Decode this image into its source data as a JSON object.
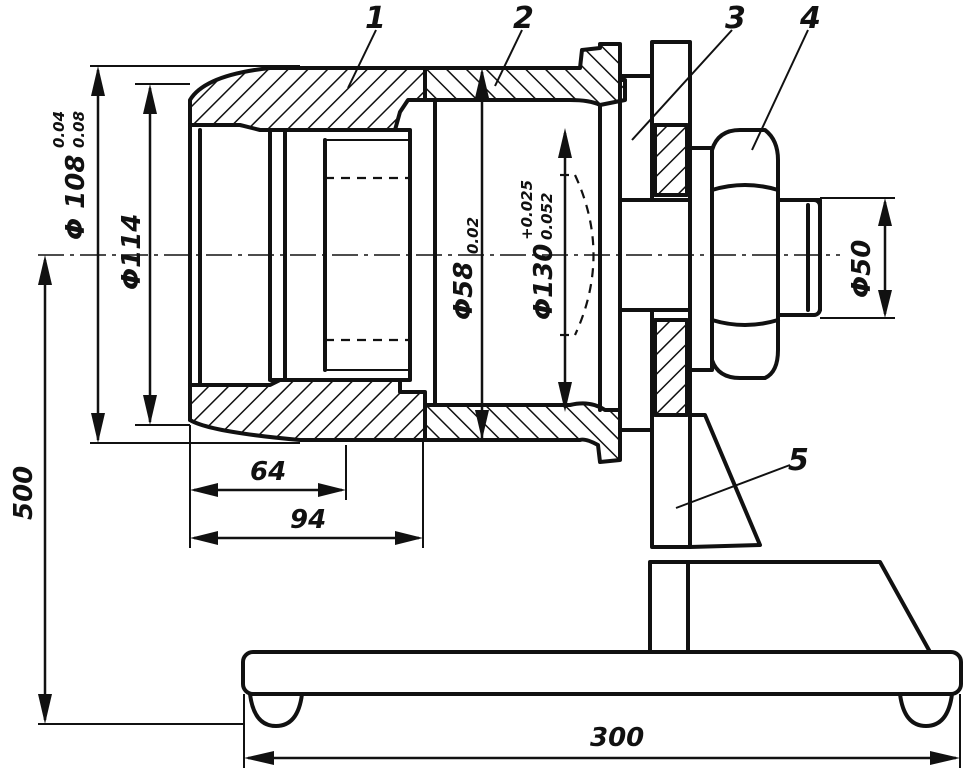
{
  "callouts": [
    "1",
    "2",
    "3",
    "4",
    "5"
  ],
  "dimensions": {
    "d108": "Φ 108",
    "d108_upper": "0.04",
    "d108_lower": "0.08",
    "d114": "Φ114",
    "d58": "Φ58",
    "d58_tol": "0.02",
    "d130": "Φ130",
    "d130_upper": "+0.025",
    "d130_lower": "0.052",
    "d50": "Φ50",
    "len64": "64",
    "len94": "94",
    "h500": "500",
    "w300": "300"
  }
}
